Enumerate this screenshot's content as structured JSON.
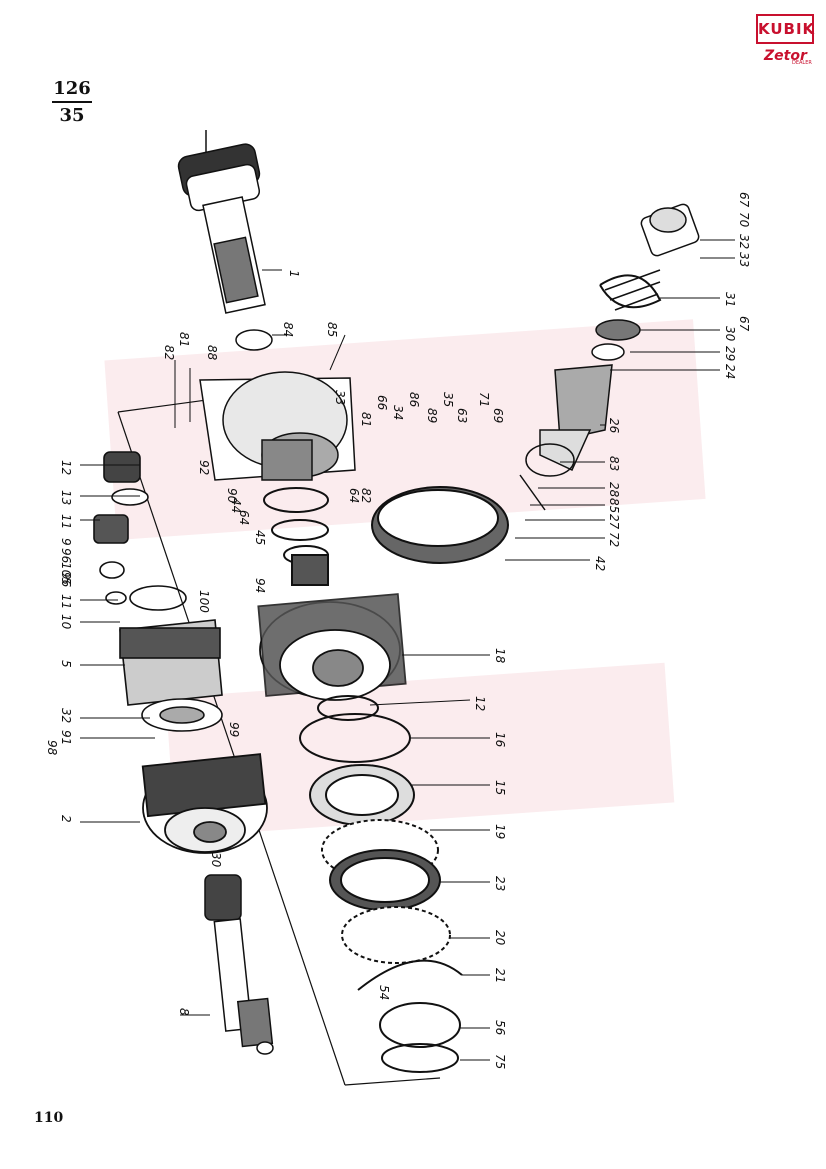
{
  "header": {
    "fraction_top": "126",
    "fraction_bottom": "35"
  },
  "logo": {
    "brand": "KUBIK",
    "sub": "Zetor",
    "dealer": "DEALER"
  },
  "footer": {
    "page_number": "110"
  },
  "labels": [
    {
      "id": "1",
      "text": "1"
    },
    {
      "id": "84",
      "text": "84"
    },
    {
      "id": "85",
      "text": "85"
    },
    {
      "id": "88",
      "text": "88"
    },
    {
      "id": "82a",
      "text": "82"
    },
    {
      "id": "81a",
      "text": "81"
    },
    {
      "id": "33a",
      "text": "33"
    },
    {
      "id": "81b",
      "text": "81"
    },
    {
      "id": "66",
      "text": "66"
    },
    {
      "id": "34",
      "text": "34"
    },
    {
      "id": "86",
      "text": "86"
    },
    {
      "id": "89",
      "text": "89"
    },
    {
      "id": "35",
      "text": "35"
    },
    {
      "id": "63",
      "text": "63"
    },
    {
      "id": "71",
      "text": "71"
    },
    {
      "id": "69",
      "text": "69"
    },
    {
      "id": "12a",
      "text": "12"
    },
    {
      "id": "13",
      "text": "13"
    },
    {
      "id": "11a",
      "text": "11"
    },
    {
      "id": "9",
      "text": "9"
    },
    {
      "id": "96a",
      "text": "96"
    },
    {
      "id": "105",
      "text": "105"
    },
    {
      "id": "96b",
      "text": "96"
    },
    {
      "id": "11b",
      "text": "11"
    },
    {
      "id": "10",
      "text": "10"
    },
    {
      "id": "5",
      "text": "5"
    },
    {
      "id": "32a",
      "text": "32"
    },
    {
      "id": "91",
      "text": "91"
    },
    {
      "id": "98",
      "text": "98"
    },
    {
      "id": "99",
      "text": "99"
    },
    {
      "id": "100",
      "text": "100"
    },
    {
      "id": "2",
      "text": "2"
    },
    {
      "id": "30",
      "text": "30"
    },
    {
      "id": "8",
      "text": "8"
    },
    {
      "id": "92",
      "text": "92"
    },
    {
      "id": "90",
      "text": "90"
    },
    {
      "id": "64a",
      "text": "64"
    },
    {
      "id": "44",
      "text": "44"
    },
    {
      "id": "45",
      "text": "45"
    },
    {
      "id": "94",
      "text": "94"
    },
    {
      "id": "82b",
      "text": "82"
    },
    {
      "id": "64b",
      "text": "64"
    },
    {
      "id": "28",
      "text": "28"
    },
    {
      "id": "85b",
      "text": "85"
    },
    {
      "id": "27",
      "text": "27"
    },
    {
      "id": "72",
      "text": "72"
    },
    {
      "id": "42",
      "text": "42"
    },
    {
      "id": "18",
      "text": "18"
    },
    {
      "id": "12b",
      "text": "12"
    },
    {
      "id": "16",
      "text": "16"
    },
    {
      "id": "15",
      "text": "15"
    },
    {
      "id": "19",
      "text": "19"
    },
    {
      "id": "23",
      "text": "23"
    },
    {
      "id": "20",
      "text": "20"
    },
    {
      "id": "21",
      "text": "21"
    },
    {
      "id": "56",
      "text": "56"
    },
    {
      "id": "75",
      "text": "75"
    },
    {
      "id": "54",
      "text": "54"
    },
    {
      "id": "67a",
      "text": "67"
    },
    {
      "id": "70",
      "text": "70"
    },
    {
      "id": "32b",
      "text": "32"
    },
    {
      "id": "33b",
      "text": "33"
    },
    {
      "id": "31",
      "text": "31"
    },
    {
      "id": "67b",
      "text": "67"
    },
    {
      "id": "30b",
      "text": "30"
    },
    {
      "id": "29",
      "text": "29"
    },
    {
      "id": "24",
      "text": "24"
    },
    {
      "id": "26",
      "text": "26"
    },
    {
      "id": "83",
      "text": "83"
    }
  ]
}
